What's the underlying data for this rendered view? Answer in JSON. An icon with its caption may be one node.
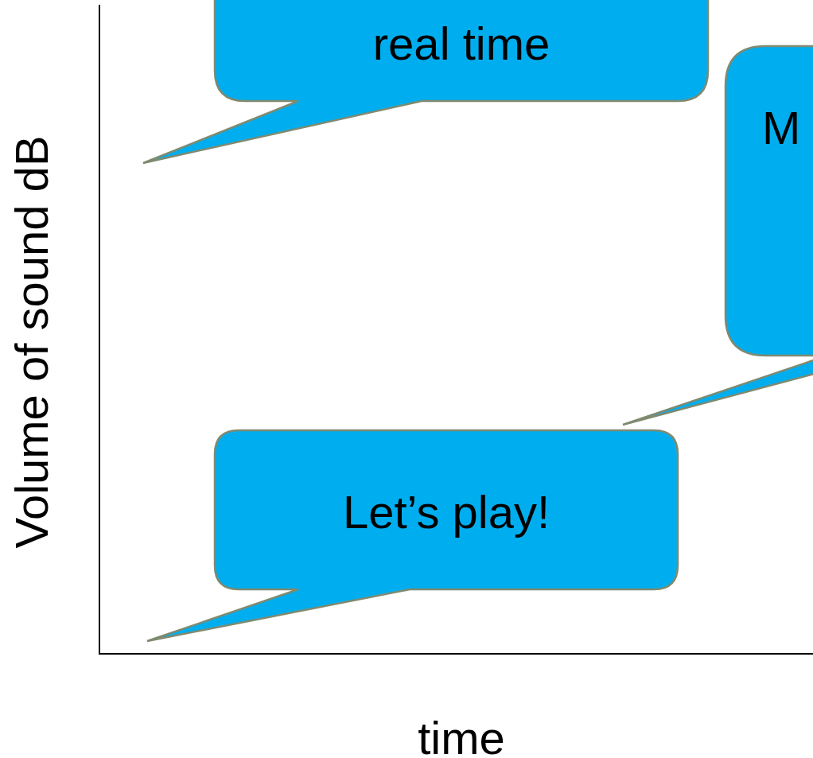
{
  "diagram": {
    "nodes": [
      {
        "text": [
          "real time"
        ]
      },
      {
        "text": [
          "M"
        ]
      },
      {
        "text": [
          "Let’s play!"
        ]
      }
    ],
    "labels": [
      "Volume of sound dB",
      "time"
    ]
  }
}
